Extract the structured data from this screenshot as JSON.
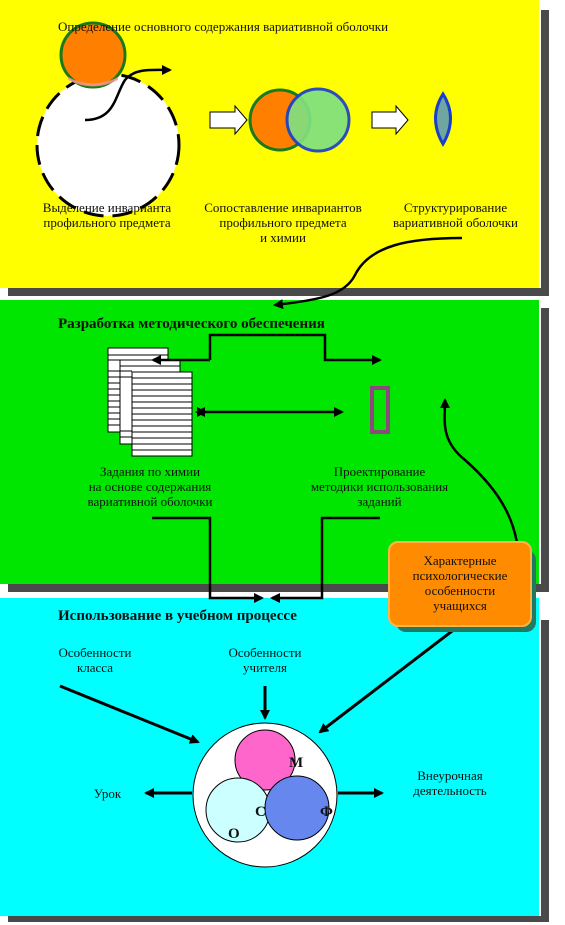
{
  "section1": {
    "title": "Определение основного содержания вариативной оболочки",
    "step1": "Выделение инварианта\nпрофильного предмета",
    "step2": "Сопоставление инвариантов\nпрофильного предмета\nи химии",
    "step3": "Структурирование\nвариативной оболочки"
  },
  "section2": {
    "title": "Разработка методического обеспечения",
    "tasks": "Задания по химии\nна основе содержания\nвариативной оболочки",
    "method": "Проектирование\nметодики использования\nзаданий"
  },
  "callout": {
    "text": "Характерные\nпсихологические\nособенности\nучащихся"
  },
  "section3": {
    "title": "Использование в учебном процессе",
    "class_features": "Особенности\nкласса",
    "teacher_features": "Особенности\nучителя",
    "lesson": "Урок",
    "extracurricular": "Внеурочная\nдеятельность",
    "letter_m": "М",
    "letter_c": "С",
    "letter_f": "Ф",
    "letter_o": "О"
  },
  "colors": {
    "yellow_panel": "#ffff00",
    "green_panel": "#00e600",
    "cyan_panel": "#00ffff",
    "orange": "#ff7f00",
    "light_green": "#80e080",
    "pink": "#ff66cc",
    "light_cyan": "#ccffff",
    "blue": "#6688ee"
  }
}
